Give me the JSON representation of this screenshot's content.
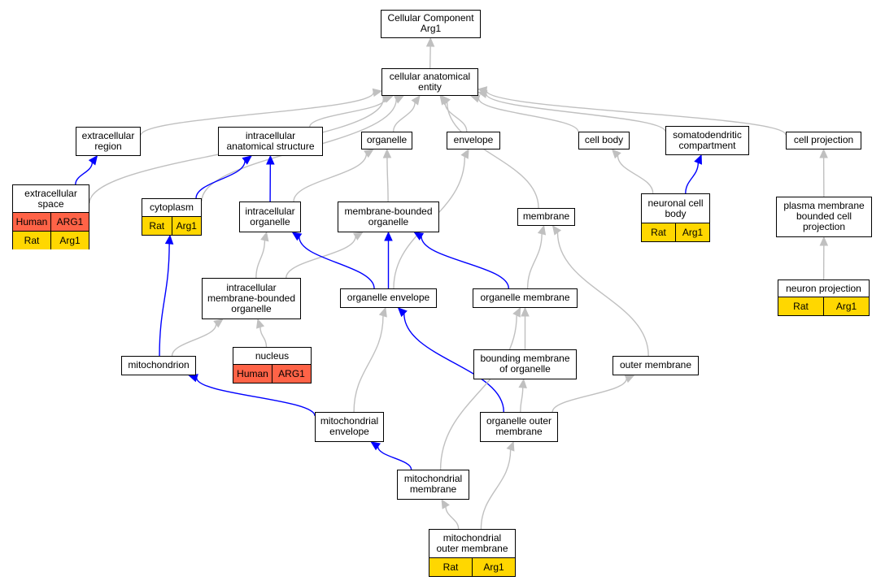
{
  "colors": {
    "rat": "#ffd700",
    "human": "#ff6347",
    "edge_gray": "#c0c0c0",
    "edge_blue": "#0000ff"
  },
  "nodes": {
    "root": {
      "label": "Cellular Component\nArg1"
    },
    "cae": {
      "label": "cellular anatomical\nentity"
    },
    "extracellular_region": {
      "label": "extracellular\nregion"
    },
    "intracellular_anatomical_structure": {
      "label": "intracellular\nanatomical structure"
    },
    "organelle": {
      "label": "organelle"
    },
    "envelope": {
      "label": "envelope"
    },
    "cell_body": {
      "label": "cell body"
    },
    "somatodendritic_compartment": {
      "label": "somatodendritic\ncompartment"
    },
    "cell_projection": {
      "label": "cell projection"
    },
    "extracellular_space": {
      "label": "extracellular\nspace",
      "rows": [
        {
          "species": "Human",
          "gene": "ARG1",
          "color": "human"
        },
        {
          "species": "Rat",
          "gene": "Arg1",
          "color": "rat"
        }
      ]
    },
    "cytoplasm": {
      "label": "cytoplasm",
      "rows": [
        {
          "species": "Rat",
          "gene": "Arg1",
          "color": "rat"
        }
      ]
    },
    "intracellular_organelle": {
      "label": "intracellular\norganelle"
    },
    "membrane_bounded_organelle": {
      "label": "membrane-bounded\norganelle"
    },
    "membrane": {
      "label": "membrane"
    },
    "neuronal_cell_body": {
      "label": "neuronal cell\nbody",
      "rows": [
        {
          "species": "Rat",
          "gene": "Arg1",
          "color": "rat"
        }
      ]
    },
    "plasma_membrane_bounded_cell_projection": {
      "label": "plasma membrane\nbounded cell\nprojection"
    },
    "intracellular_membrane_bounded_organelle": {
      "label": "intracellular\nmembrane-bounded\norganelle"
    },
    "organelle_envelope": {
      "label": "organelle envelope"
    },
    "organelle_membrane": {
      "label": "organelle membrane"
    },
    "neuron_projection": {
      "label": "neuron projection",
      "rows": [
        {
          "species": "Rat",
          "gene": "Arg1",
          "color": "rat"
        }
      ]
    },
    "mitochondrion": {
      "label": "mitochondrion"
    },
    "nucleus": {
      "label": "nucleus",
      "rows": [
        {
          "species": "Human",
          "gene": "ARG1",
          "color": "human"
        }
      ]
    },
    "bounding_membrane_of_organelle": {
      "label": "bounding membrane\nof organelle"
    },
    "outer_membrane": {
      "label": "outer membrane"
    },
    "mitochondrial_envelope": {
      "label": "mitochondrial\nenvelope"
    },
    "organelle_outer_membrane": {
      "label": "organelle outer\nmembrane"
    },
    "mitochondrial_membrane": {
      "label": "mitochondrial\nmembrane"
    },
    "mitochondrial_outer_membrane": {
      "label": "mitochondrial\nouter membrane",
      "rows": [
        {
          "species": "Rat",
          "gene": "Arg1",
          "color": "rat"
        }
      ]
    }
  },
  "edges": [
    {
      "from": "cae",
      "to": "root",
      "color": "edge_gray"
    },
    {
      "from": "extracellular_region",
      "to": "cae",
      "color": "edge_gray"
    },
    {
      "from": "intracellular_anatomical_structure",
      "to": "cae",
      "color": "edge_gray"
    },
    {
      "from": "organelle",
      "to": "cae",
      "color": "edge_gray"
    },
    {
      "from": "envelope",
      "to": "cae",
      "color": "edge_gray"
    },
    {
      "from": "cell_body",
      "to": "cae",
      "color": "edge_gray"
    },
    {
      "from": "somatodendritic_compartment",
      "to": "cae",
      "color": "edge_gray"
    },
    {
      "from": "cell_projection",
      "to": "cae",
      "color": "edge_gray"
    },
    {
      "from": "extracellular_space",
      "to": "cae",
      "color": "edge_gray"
    },
    {
      "from": "cytoplasm",
      "to": "cae",
      "color": "edge_gray"
    },
    {
      "from": "membrane",
      "to": "cae",
      "color": "edge_gray"
    },
    {
      "from": "extracellular_space",
      "to": "extracellular_region",
      "color": "edge_blue"
    },
    {
      "from": "cytoplasm",
      "to": "intracellular_anatomical_structure",
      "color": "edge_blue"
    },
    {
      "from": "intracellular_organelle",
      "to": "intracellular_anatomical_structure",
      "color": "edge_blue"
    },
    {
      "from": "intracellular_organelle",
      "to": "organelle",
      "color": "edge_gray"
    },
    {
      "from": "membrane_bounded_organelle",
      "to": "organelle",
      "color": "edge_gray"
    },
    {
      "from": "organelle_envelope",
      "to": "envelope",
      "color": "edge_gray"
    },
    {
      "from": "neuronal_cell_body",
      "to": "cell_body",
      "color": "edge_gray"
    },
    {
      "from": "neuronal_cell_body",
      "to": "somatodendritic_compartment",
      "color": "edge_blue"
    },
    {
      "from": "plasma_membrane_bounded_cell_projection",
      "to": "cell_projection",
      "color": "edge_gray"
    },
    {
      "from": "neuron_projection",
      "to": "plasma_membrane_bounded_cell_projection",
      "color": "edge_gray"
    },
    {
      "from": "intracellular_membrane_bounded_organelle",
      "to": "intracellular_organelle",
      "color": "edge_gray"
    },
    {
      "from": "intracellular_membrane_bounded_organelle",
      "to": "membrane_bounded_organelle",
      "color": "edge_gray"
    },
    {
      "from": "organelle_envelope",
      "to": "intracellular_organelle",
      "color": "edge_blue"
    },
    {
      "from": "organelle_envelope",
      "to": "membrane_bounded_organelle",
      "color": "edge_blue"
    },
    {
      "from": "organelle_membrane",
      "to": "membrane_bounded_organelle",
      "color": "edge_blue"
    },
    {
      "from": "organelle_membrane",
      "to": "membrane",
      "color": "edge_gray"
    },
    {
      "from": "outer_membrane",
      "to": "membrane",
      "color": "edge_gray"
    },
    {
      "from": "mitochondrion",
      "to": "cytoplasm",
      "color": "edge_blue"
    },
    {
      "from": "mitochondrion",
      "to": "intracellular_membrane_bounded_organelle",
      "color": "edge_gray"
    },
    {
      "from": "nucleus",
      "to": "intracellular_membrane_bounded_organelle",
      "color": "edge_gray"
    },
    {
      "from": "bounding_membrane_of_organelle",
      "to": "organelle_membrane",
      "color": "edge_gray"
    },
    {
      "from": "mitochondrial_envelope",
      "to": "mitochondrion",
      "color": "edge_blue"
    },
    {
      "from": "mitochondrial_envelope",
      "to": "organelle_envelope",
      "color": "edge_gray"
    },
    {
      "from": "organelle_outer_membrane",
      "to": "organelle_envelope",
      "color": "edge_blue"
    },
    {
      "from": "organelle_outer_membrane",
      "to": "bounding_membrane_of_organelle",
      "color": "edge_gray"
    },
    {
      "from": "organelle_outer_membrane",
      "to": "outer_membrane",
      "color": "edge_gray"
    },
    {
      "from": "mitochondrial_membrane",
      "to": "mitochondrial_envelope",
      "color": "edge_blue"
    },
    {
      "from": "mitochondrial_membrane",
      "to": "organelle_membrane",
      "color": "edge_gray"
    },
    {
      "from": "mitochondrial_outer_membrane",
      "to": "mitochondrial_membrane",
      "color": "edge_gray"
    },
    {
      "from": "mitochondrial_outer_membrane",
      "to": "organelle_outer_membrane",
      "color": "edge_gray"
    }
  ]
}
